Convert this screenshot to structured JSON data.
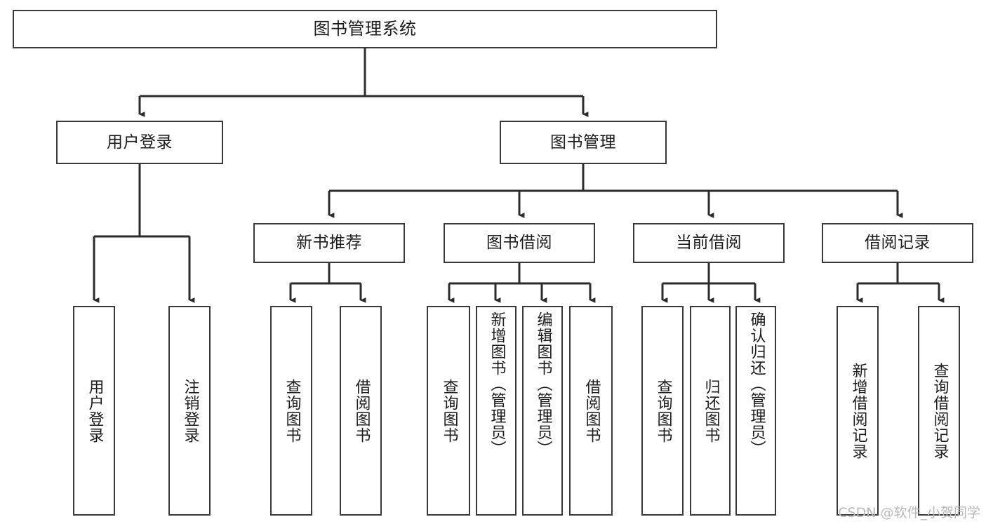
{
  "diagram": {
    "type": "tree",
    "title": "图书管理系统",
    "orientation": "top-down",
    "colors": {
      "box_border": "#3a3a3a",
      "box_fill": "#ffffff",
      "edge": "#2b2b2b",
      "text": "#1c1c1c",
      "watermark": "#b9b9b9",
      "background": "#ffffff"
    },
    "watermark": "CSDN @软件_小贺同学",
    "nodes": {
      "root": {
        "label": "图书管理系统"
      },
      "level1": [
        {
          "label": "用户登录"
        },
        {
          "label": "图书管理"
        }
      ],
      "level2": [
        {
          "label": "新书推荐"
        },
        {
          "label": "图书借阅"
        },
        {
          "label": "当前借阅"
        },
        {
          "label": "借阅记录"
        }
      ],
      "leaves": {
        "user_login": [
          {
            "label": "用户登录"
          },
          {
            "label": "注销登录"
          }
        ],
        "new_book_recommend": [
          {
            "label": "查询图书"
          },
          {
            "label": "借阅图书"
          }
        ],
        "book_borrow": [
          {
            "label": "查询图书"
          },
          {
            "label": "新增图书（管理员）"
          },
          {
            "label": "编辑图书（管理员）"
          },
          {
            "label": "借阅图书"
          }
        ],
        "current_borrow": [
          {
            "label": "查询图书"
          },
          {
            "label": "归还图书"
          },
          {
            "label": "确认归还（管理员）"
          }
        ],
        "borrow_record": [
          {
            "label": "新增借阅记录"
          },
          {
            "label": "查询借阅记录"
          }
        ]
      }
    }
  }
}
